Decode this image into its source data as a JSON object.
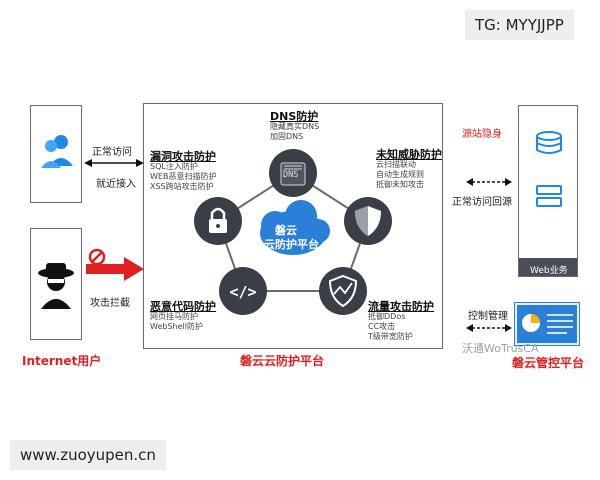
{
  "watermark_top": "TG: MYYJJPP",
  "watermark_bottom": "www.zuoyupen.cn",
  "left": {
    "normal_access": "正常访问",
    "nearby_access": "就近接入",
    "attack_block": "攻击拦截",
    "internet_user": "Internet用户"
  },
  "center": {
    "cloud_line1": "磐云",
    "cloud_line2": "云防护平台",
    "platform_label": "磐云云防护平台",
    "dns": {
      "title": "DNS防护",
      "items": [
        "隐藏真实DNS",
        "加固DNS"
      ],
      "icon_text": "DNS"
    },
    "vuln": {
      "title": "漏洞攻击防护",
      "items": [
        "SQL注入防护",
        "WEB恶意扫描防护",
        "XSS跨站攻击防护"
      ]
    },
    "unknown": {
      "title": "未知威胁防护",
      "items": [
        "云扫描联动",
        "自动生成规则",
        "抵御未知攻击"
      ]
    },
    "malware": {
      "title": "恶意代码防护",
      "items": [
        "网页挂马防护",
        "WebShell防护"
      ]
    },
    "traffic": {
      "title": "流量攻击防护",
      "items": [
        "抵御DDos",
        "CC攻击",
        "T级带宽防护"
      ]
    }
  },
  "right": {
    "origin_hidden": "源站隐身",
    "normal_back": "正常访问回源",
    "web_business": "Web业务",
    "control_manage": "控制管理",
    "control_platform": "磐云管控平台",
    "wechat_mark": "沃通WoTrusCA"
  },
  "colors": {
    "accent_red": "#e02020",
    "node_dark": "#3a3f47",
    "cloud_blue": "#2a7fd6",
    "user_blue": "#1e88e5"
  }
}
